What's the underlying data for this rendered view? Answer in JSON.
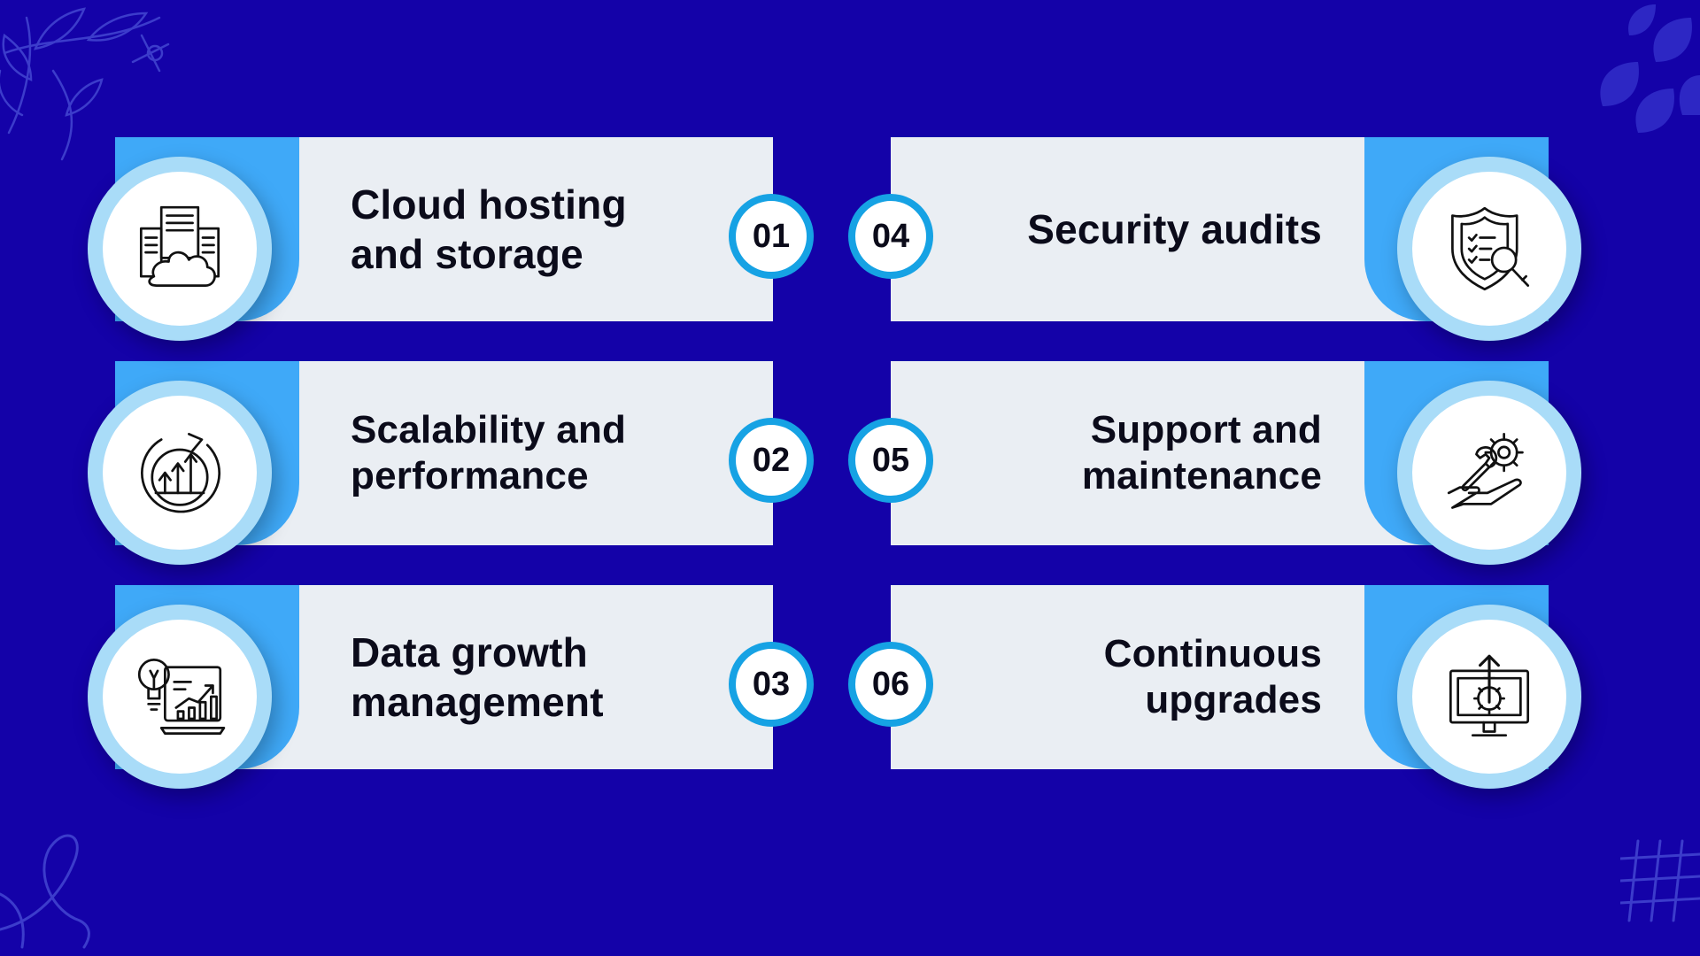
{
  "colors": {
    "background": "#1402a8",
    "card": "#eaeef3",
    "accent": "#3fa9f8",
    "badge_ring": "#16a2e4",
    "icon_ring": "#a9dcf8"
  },
  "items": [
    {
      "number": "01",
      "title_lines": [
        "Cloud hosting",
        "and storage"
      ],
      "icon": "cloud-server-icon"
    },
    {
      "number": "02",
      "title_lines": [
        "Scalability and",
        "performance"
      ],
      "icon": "growth-arrows-icon"
    },
    {
      "number": "03",
      "title_lines": [
        "Data growth",
        "management"
      ],
      "icon": "data-analytics-icon"
    },
    {
      "number": "04",
      "title_lines": [
        "Security audits"
      ],
      "icon": "shield-search-icon"
    },
    {
      "number": "05",
      "title_lines": [
        "Support and",
        "maintenance"
      ],
      "icon": "hand-wrench-gear-icon"
    },
    {
      "number": "06",
      "title_lines": [
        "Continuous",
        "upgrades"
      ],
      "icon": "monitor-upgrade-icon"
    }
  ]
}
